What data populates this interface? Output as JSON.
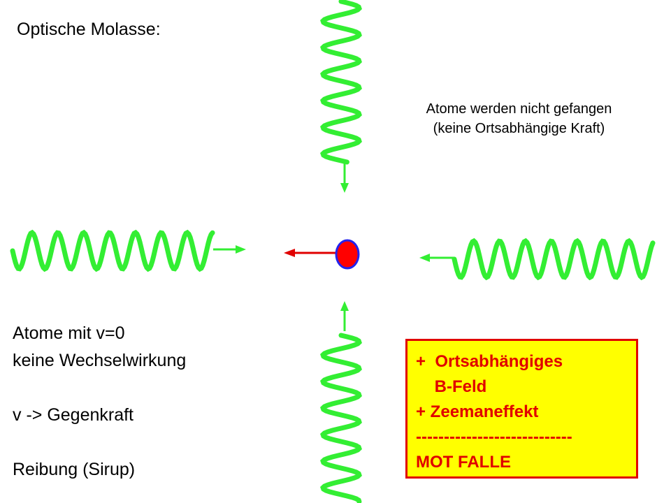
{
  "title": "Optische Molasse:",
  "note": {
    "line1": "Atome werden nicht gefangen",
    "line2": "(keine Ortsabhängige Kraft)"
  },
  "left_text": {
    "line1": "Atome mit v=0",
    "line2": "keine Wechselwirkung",
    "line3": "v -> Gegenkraft",
    "line4": "Reibung (Sirup)"
  },
  "mot_box": {
    "line1": "+  Ortsabhängiges",
    "line2": "    B-Feld",
    "line3": "+ Zeemaneffekt",
    "line4": "----------------------------",
    "line5": "MOT FALLE"
  },
  "colors": {
    "wave": "#33ee33",
    "atom_fill": "#ff0000",
    "atom_outline": "#2222ee",
    "velocity_arrow": "#e00000",
    "box_fill": "#ffff00",
    "box_border": "#e00000"
  }
}
